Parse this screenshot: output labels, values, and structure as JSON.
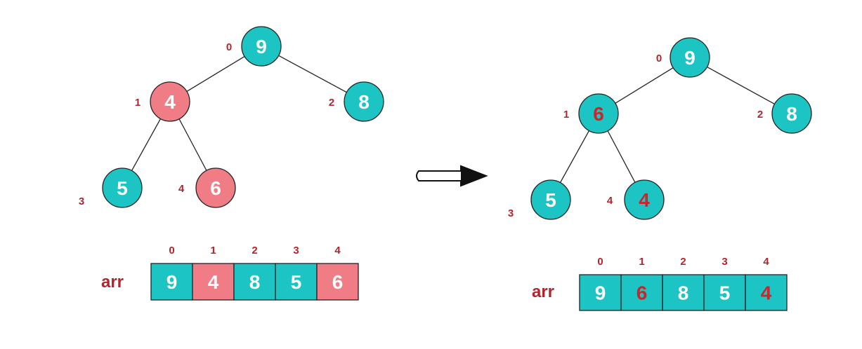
{
  "colors": {
    "teal": "#1cc4c4",
    "pink": "#f07c86",
    "index_red": "#b3242c",
    "value_white": "#ffffff",
    "value_red": "#c8262e",
    "stroke": "#222222"
  },
  "before": {
    "nodes": [
      {
        "index": "0",
        "value": "9",
        "fill": "teal",
        "text": "white"
      },
      {
        "index": "1",
        "value": "4",
        "fill": "pink",
        "text": "white"
      },
      {
        "index": "2",
        "value": "8",
        "fill": "teal",
        "text": "white"
      },
      {
        "index": "3",
        "value": "5",
        "fill": "teal",
        "text": "white"
      },
      {
        "index": "4",
        "value": "6",
        "fill": "pink",
        "text": "white"
      }
    ],
    "array": {
      "label": "arr",
      "indices": [
        "0",
        "1",
        "2",
        "3",
        "4"
      ],
      "cells": [
        {
          "value": "9",
          "fill": "teal",
          "text": "white"
        },
        {
          "value": "4",
          "fill": "pink",
          "text": "white"
        },
        {
          "value": "8",
          "fill": "teal",
          "text": "white"
        },
        {
          "value": "5",
          "fill": "teal",
          "text": "white"
        },
        {
          "value": "6",
          "fill": "pink",
          "text": "white"
        }
      ]
    }
  },
  "after": {
    "nodes": [
      {
        "index": "0",
        "value": "9",
        "fill": "teal",
        "text": "white"
      },
      {
        "index": "1",
        "value": "6",
        "fill": "teal",
        "text": "red"
      },
      {
        "index": "2",
        "value": "8",
        "fill": "teal",
        "text": "white"
      },
      {
        "index": "3",
        "value": "5",
        "fill": "teal",
        "text": "white"
      },
      {
        "index": "4",
        "value": "4",
        "fill": "teal",
        "text": "red"
      }
    ],
    "array": {
      "label": "arr",
      "indices": [
        "0",
        "1",
        "2",
        "3",
        "4"
      ],
      "cells": [
        {
          "value": "9",
          "fill": "teal",
          "text": "white"
        },
        {
          "value": "6",
          "fill": "teal",
          "text": "red"
        },
        {
          "value": "8",
          "fill": "teal",
          "text": "white"
        },
        {
          "value": "5",
          "fill": "teal",
          "text": "white"
        },
        {
          "value": "4",
          "fill": "teal",
          "text": "red"
        }
      ]
    }
  },
  "arrow_icon": "right-arrow-icon"
}
